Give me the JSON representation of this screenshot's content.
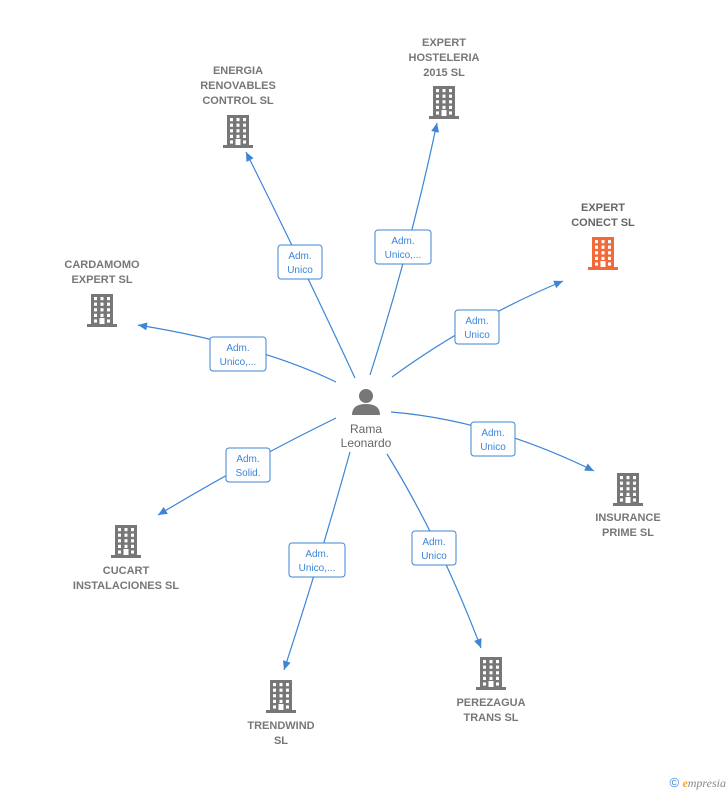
{
  "person": {
    "name_line1": "Rama",
    "name_line2": "Leonardo"
  },
  "companies": [
    {
      "id": "energia",
      "lines": [
        "ENERGIA",
        "RENOVABLES",
        "CONTROL  SL"
      ],
      "highlight": false
    },
    {
      "id": "hosteleria",
      "lines": [
        "EXPERT",
        "HOSTELERIA",
        "2015  SL"
      ],
      "highlight": false
    },
    {
      "id": "conect",
      "lines": [
        "EXPERT",
        "CONECT  SL"
      ],
      "highlight": true
    },
    {
      "id": "cardamomo",
      "lines": [
        "CARDAMOMO",
        "EXPERT  SL"
      ],
      "highlight": false
    },
    {
      "id": "insurance",
      "lines": [
        "INSURANCE",
        "PRIME  SL"
      ],
      "highlight": false
    },
    {
      "id": "cucart",
      "lines": [
        "CUCART",
        "INSTALACIONES SL"
      ],
      "highlight": false
    },
    {
      "id": "trendwind",
      "lines": [
        "TRENDWIND",
        "SL"
      ],
      "highlight": false
    },
    {
      "id": "perezagua",
      "lines": [
        "PEREZAGUA",
        "TRANS  SL"
      ],
      "highlight": false
    }
  ],
  "relations": [
    {
      "to": "energia",
      "lines": [
        "Adm.",
        "Unico"
      ]
    },
    {
      "to": "hosteleria",
      "lines": [
        "Adm.",
        "Unico,..."
      ]
    },
    {
      "to": "conect",
      "lines": [
        "Adm.",
        "Unico"
      ]
    },
    {
      "to": "cardamomo",
      "lines": [
        "Adm.",
        "Unico,..."
      ]
    },
    {
      "to": "insurance",
      "lines": [
        "Adm.",
        "Unico"
      ]
    },
    {
      "to": "cucart",
      "lines": [
        "Adm.",
        "Solid."
      ]
    },
    {
      "to": "trendwind",
      "lines": [
        "Adm.",
        "Unico,..."
      ]
    },
    {
      "to": "perezagua",
      "lines": [
        "Adm.",
        "Unico"
      ]
    }
  ],
  "footer": {
    "copyright": "©",
    "brand_initial": "e",
    "brand_rest": "mpresia"
  },
  "colors": {
    "edge": "#3d85d6",
    "building": "#777777",
    "highlight": "#f26a3a"
  }
}
